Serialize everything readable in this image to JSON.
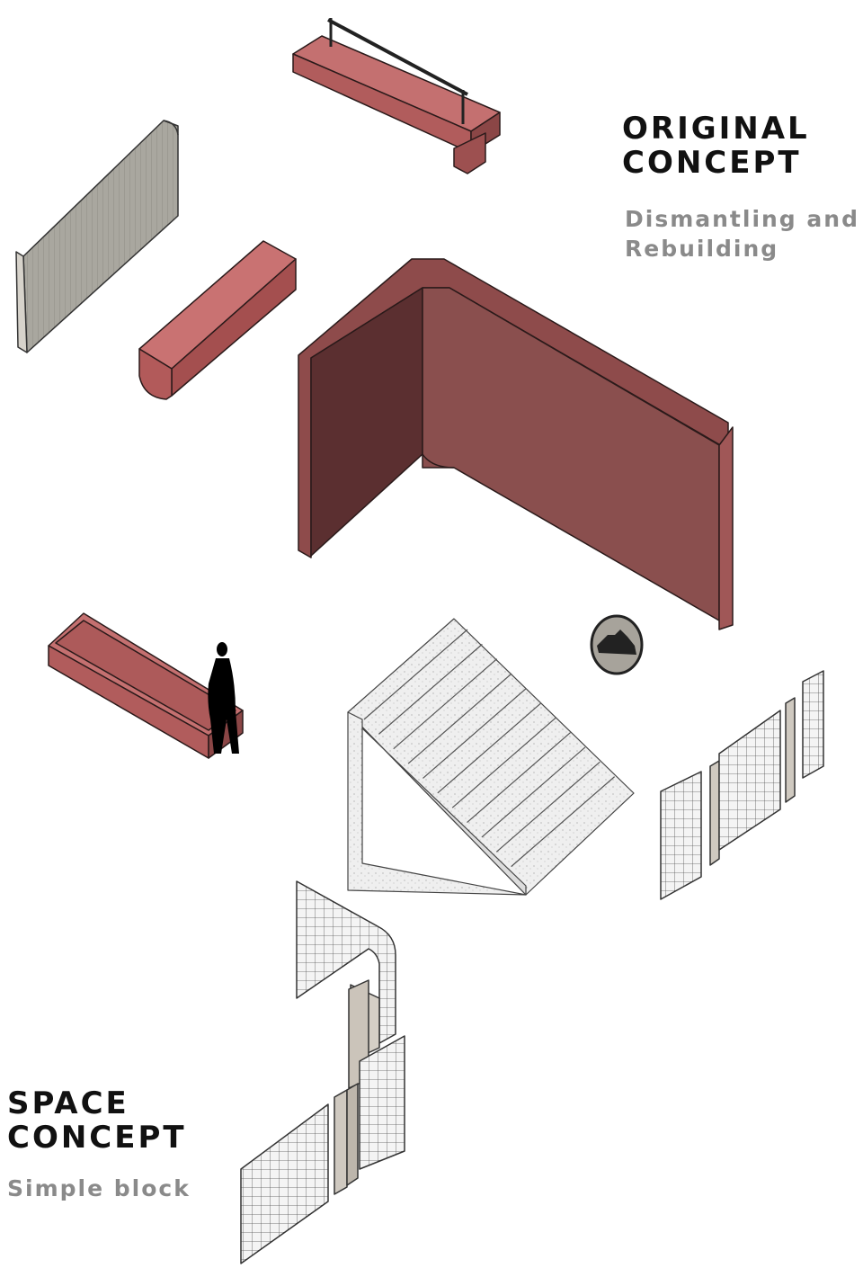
{
  "original": {
    "heading": [
      "ORIGINAL",
      "CONCEPT"
    ],
    "subtitle": [
      "Dismantling and",
      "Rebuilding"
    ]
  },
  "space": {
    "heading": [
      "SPACE",
      "CONCEPT"
    ],
    "subtitle": "Simple block"
  },
  "colors": {
    "brick_front": "#b85c5c",
    "brick_top": "#c97272",
    "brick_side": "#8c4848",
    "brick_dark": "#5a2f2f",
    "concrete": "#ededed",
    "concrete_dark": "#b9b9b9",
    "wood_grey": "#cfc9c0",
    "ink": "#222222"
  },
  "icons": [
    "person-silhouette-icon",
    "disc-emblem-icon"
  ]
}
